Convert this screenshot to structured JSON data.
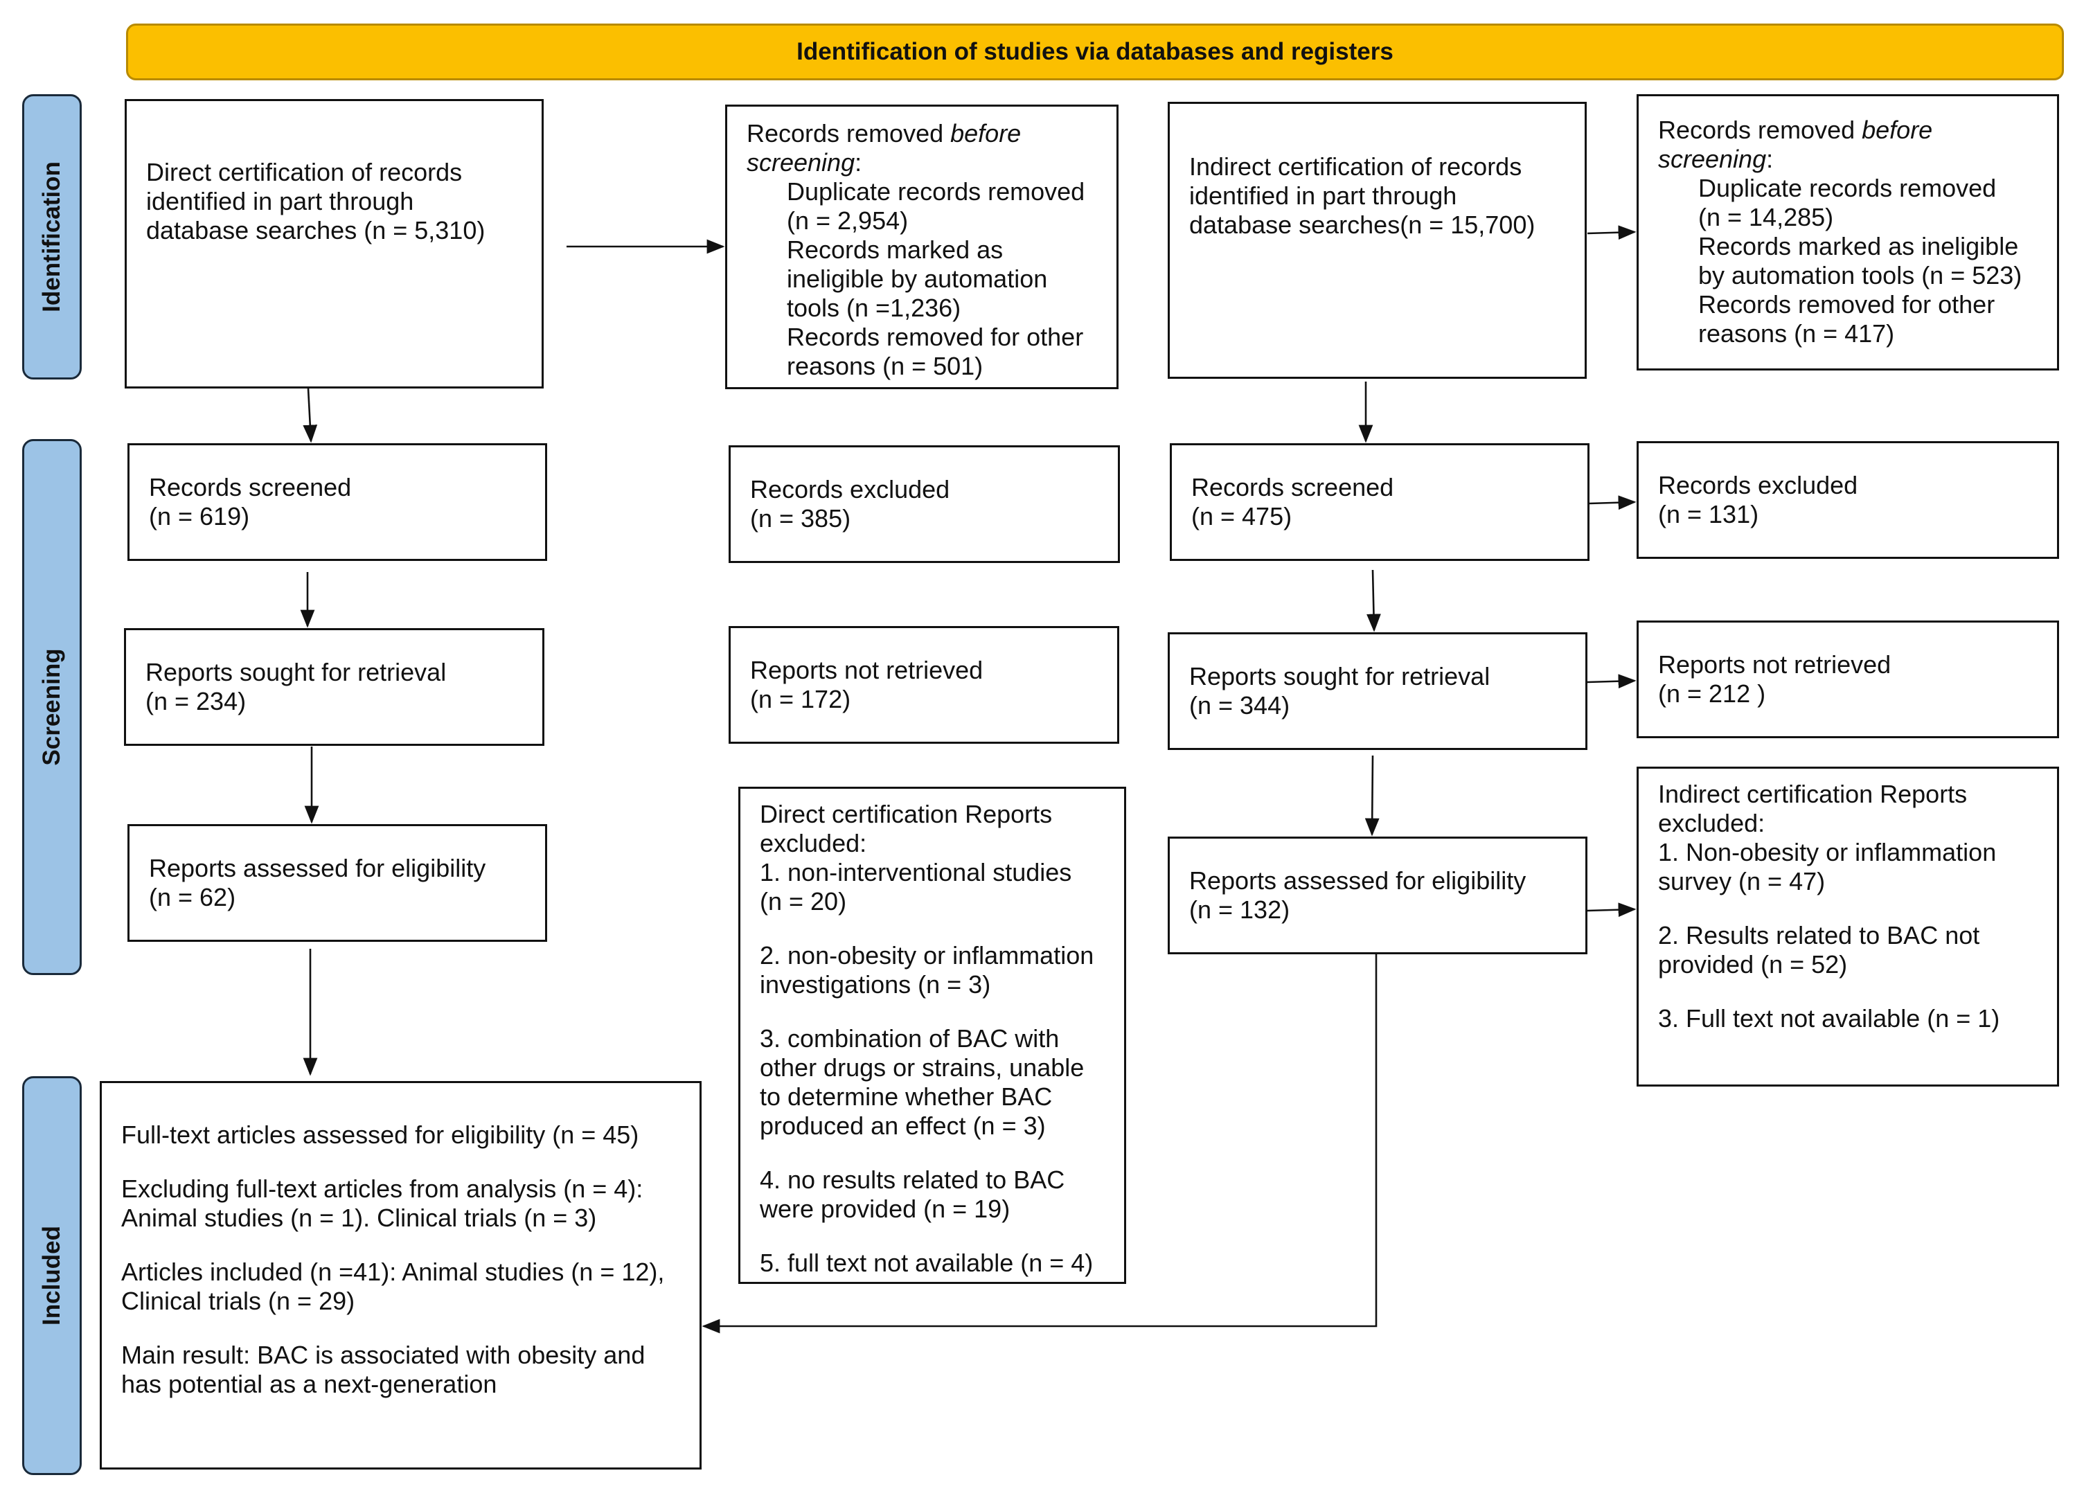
{
  "header": {
    "title": "Identification of studies via databases and registers"
  },
  "stages": {
    "identification": "Identification",
    "screening": "Screening",
    "included": "Included"
  },
  "direct": {
    "records_identified": [
      "Direct certification of records",
      "identified in part through",
      "database searches (n = 5,310)"
    ],
    "removed_before": {
      "heading_pre": "Records removed ",
      "heading_em_1": "before",
      "heading_em_2": "screening",
      "heading_post": ":",
      "items": [
        "Duplicate records removed",
        "(n = 2,954)",
        "Records marked as",
        "ineligible by automation",
        "tools (n =1,236)",
        "Records removed for other",
        "reasons (n = 501)"
      ]
    },
    "records_screened": [
      "Records screened",
      "(n = 619)"
    ],
    "records_excluded": [
      "Records excluded",
      "(n = 385)"
    ],
    "reports_sought": [
      "Reports sought for retrieval",
      "(n = 234)"
    ],
    "reports_not_retrieved": [
      "Reports not retrieved",
      "(n = 172)"
    ],
    "reports_assessed": [
      "Reports assessed for eligibility",
      "(n = 62)"
    ],
    "reports_excluded": {
      "heading": [
        "Direct certification Reports",
        "excluded:"
      ],
      "items": [
        [
          "1. non-interventional studies",
          "(n = 20)"
        ],
        [
          "2. non-obesity or inflammation",
          "investigations (n = 3)"
        ],
        [
          "3. combination of BAC with",
          "other drugs or strains, unable",
          "to determine whether BAC",
          "produced an effect (n = 3)"
        ],
        [
          "4. no results related to BAC",
          "were provided (n = 19)"
        ],
        [
          "5. full text not available (n = 4)"
        ]
      ]
    }
  },
  "indirect": {
    "records_identified": [
      "Indirect certification of records",
      "identified in part through",
      "database searches(n = 15,700)"
    ],
    "removed_before": {
      "heading_pre": "Records removed ",
      "heading_em_1": "before",
      "heading_em_2": "screening",
      "heading_post": ":",
      "items": [
        "Duplicate records removed",
        "(n = 14,285)",
        "Records marked as ineligible",
        "by automation tools (n = 523)",
        "Records removed for other",
        "reasons (n = 417)"
      ]
    },
    "records_screened": [
      "Records screened",
      "(n = 475)"
    ],
    "records_excluded": [
      "Records excluded",
      "(n = 131)"
    ],
    "reports_sought": [
      "Reports sought for retrieval",
      "(n = 344)"
    ],
    "reports_not_retrieved": [
      "Reports not retrieved",
      "(n = 212 )"
    ],
    "reports_assessed": [
      "Reports assessed for eligibility",
      "(n = 132)"
    ],
    "reports_excluded": {
      "heading": [
        "Indirect certification Reports",
        "excluded:"
      ],
      "items": [
        [
          "1. Non-obesity or inflammation",
          "survey (n = 47)"
        ],
        [
          "2. Results related to BAC not",
          "provided (n = 52)"
        ],
        [
          "3. Full text not available (n = 1)"
        ]
      ]
    }
  },
  "included": {
    "paragraphs": [
      [
        "Full-text articles assessed for eligibility (n = 45)"
      ],
      [
        "Excluding full-text articles from analysis (n = 4):",
        "Animal studies (n = 1). Clinical trials (n = 3)"
      ],
      [
        "Articles included (n =41): Animal studies (n = 12),",
        "Clinical trials (n = 29)"
      ],
      [
        "Main result: BAC is associated with obesity and",
        "has potential as a next-generation"
      ]
    ]
  }
}
